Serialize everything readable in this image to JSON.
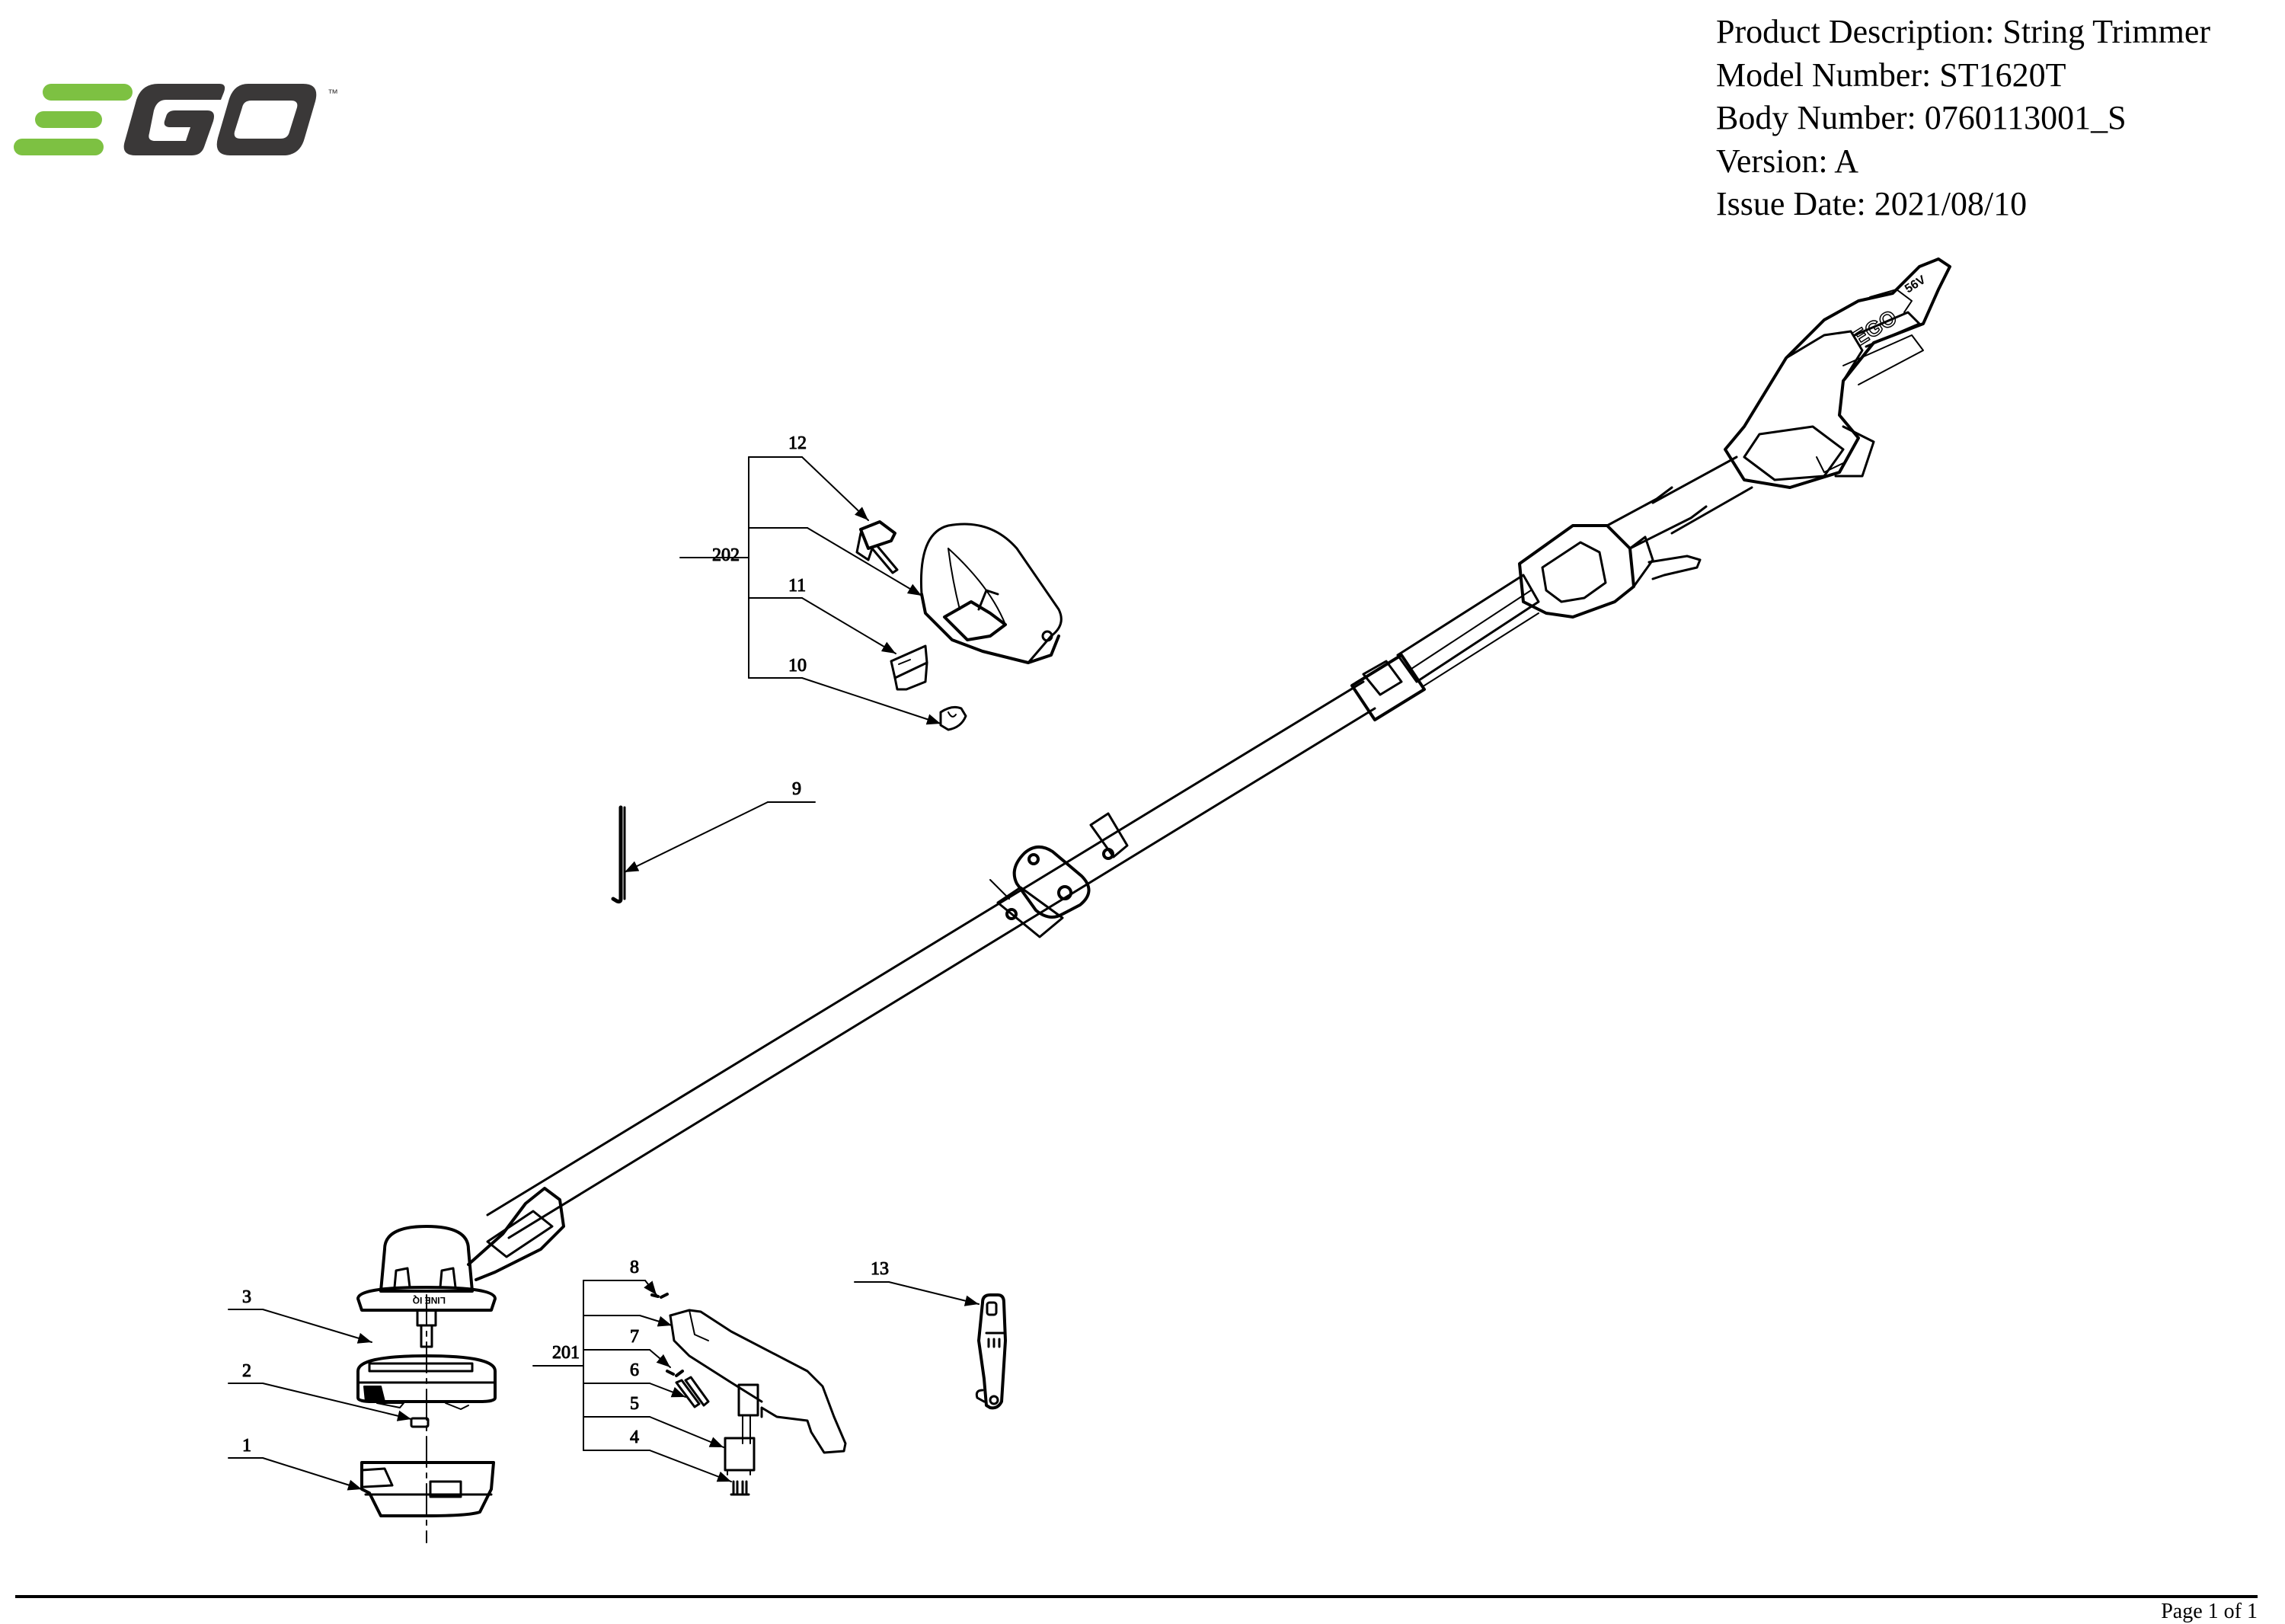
{
  "brand": {
    "name": "EGO",
    "trademark": "™",
    "colors": {
      "accent_green": "#7dc142",
      "dark_gray": "#3a3838"
    }
  },
  "document_info": {
    "product_description": "Product Description: String Trimmer",
    "model_number": "Model Number: ST1620T",
    "body_number": "Body Number: 0760113001_S",
    "version": "Version: A",
    "issue_date": "Issue Date: 2021/08/10"
  },
  "callouts": {
    "c1": "1",
    "c2": "2",
    "c3": "3",
    "c4": "4",
    "c5": "5",
    "c6": "6",
    "c7": "7",
    "c8": "8",
    "c9": "9",
    "c10": "10",
    "c11": "11",
    "c12": "12",
    "c13": "13",
    "c201": "201",
    "c202": "202"
  },
  "diagram_labels": {
    "head_text": "LINE IQ",
    "handle_logo": "EGO",
    "battery_label": "56V"
  },
  "footer": {
    "page": "Page 1 of 1"
  }
}
